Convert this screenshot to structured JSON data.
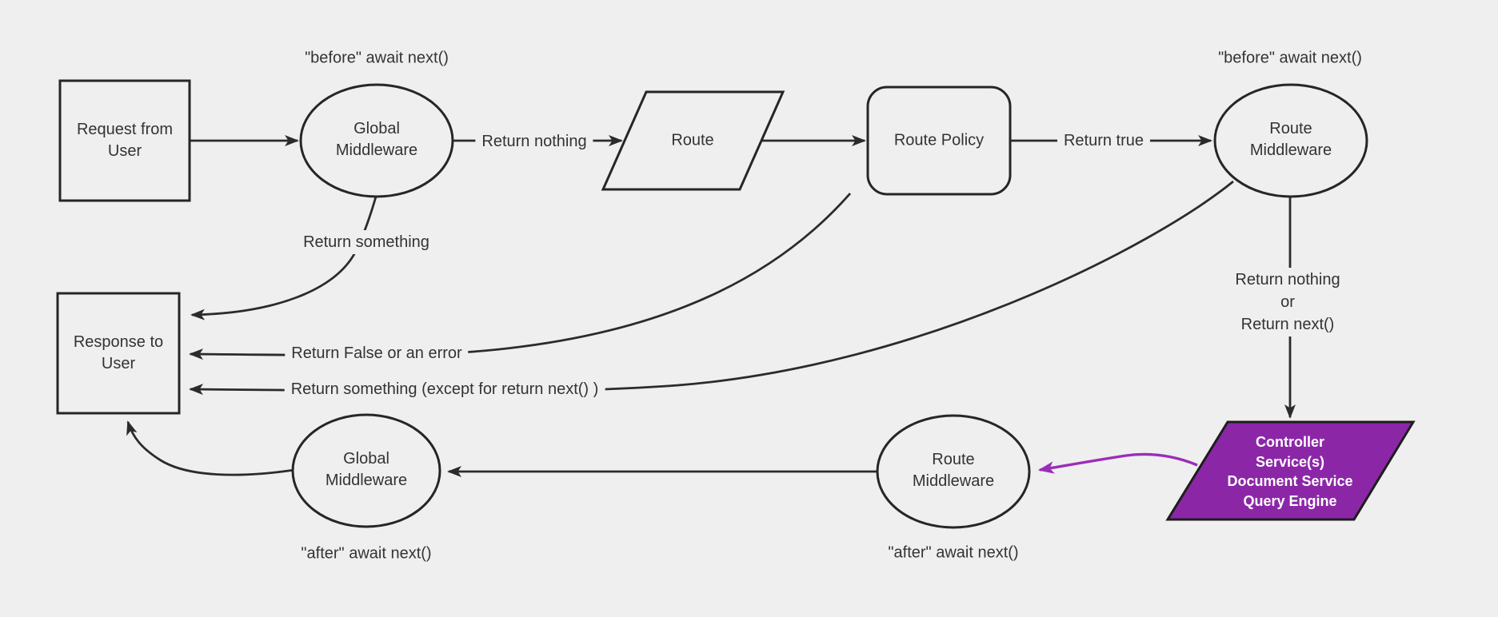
{
  "diagram": {
    "title": "middleware-request-lifecycle-flowchart",
    "colors": {
      "background": "#efefef",
      "node_fill": "#efefef",
      "node_stroke": "#262626",
      "edge_stroke": "#2b2b2b",
      "text": "#333333",
      "purple_fill": "#8b27a7",
      "purple_edge": "#9a2db8",
      "controller_text": "#ffffff"
    },
    "nodes": {
      "request": {
        "label": "Request from\nUser",
        "shape": "rectangle"
      },
      "global_middleware_top": {
        "label": "Global\nMiddleware",
        "shape": "ellipse",
        "annotation": "\"before\" await next()"
      },
      "route": {
        "label": "Route",
        "shape": "parallelogram"
      },
      "route_policy": {
        "label": "Route Policy",
        "shape": "rounded-rectangle"
      },
      "route_middleware_top": {
        "label": "Route\nMiddleware",
        "shape": "ellipse",
        "annotation": "\"before\" await next()"
      },
      "response": {
        "label": "Response to\nUser",
        "shape": "rectangle"
      },
      "global_middleware_bottom": {
        "label": "Global\nMiddleware",
        "shape": "ellipse",
        "annotation": "\"after\" await next()"
      },
      "route_middleware_bottom": {
        "label": "Route\nMiddleware",
        "shape": "ellipse",
        "annotation": "\"after\" await next()"
      },
      "controller": {
        "label": "Controller\nService(s)\nDocument Service\nQuery Engine",
        "shape": "parallelogram"
      }
    },
    "edge_labels": {
      "return_nothing": "Return nothing",
      "return_true": "Return true",
      "return_something": "Return something",
      "return_false": "Return False or an error",
      "return_something_except": "Return something (except for return next() )",
      "return_nothing_or_next": "Return nothing\nor\nReturn next()"
    }
  }
}
